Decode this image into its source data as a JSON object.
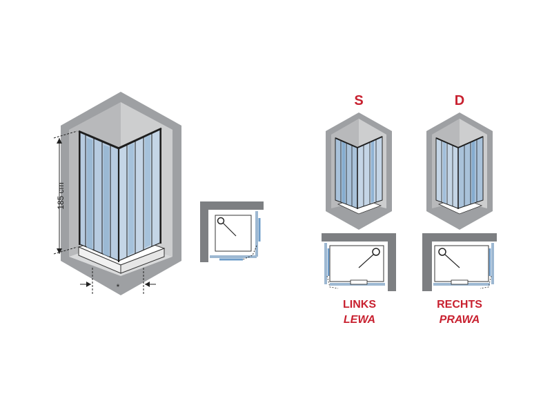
{
  "main_view": {
    "height_dimension": "185 cm",
    "width_marker": "*"
  },
  "variants": [
    {
      "letter": "S",
      "label_de": "LINKS",
      "label_pl": "LEWA"
    },
    {
      "letter": "D",
      "label_de": "RECHTS",
      "label_pl": "PRAWA"
    }
  ],
  "colors": {
    "wall": "#9ea0a3",
    "wall_dark": "#8a8c8f",
    "wall_light": "#c9cacc",
    "glass": "#9db8d2",
    "glass_highlight": "#6e9cc8",
    "frame": "#1e1e1e",
    "accent_red": "#c8202f"
  }
}
